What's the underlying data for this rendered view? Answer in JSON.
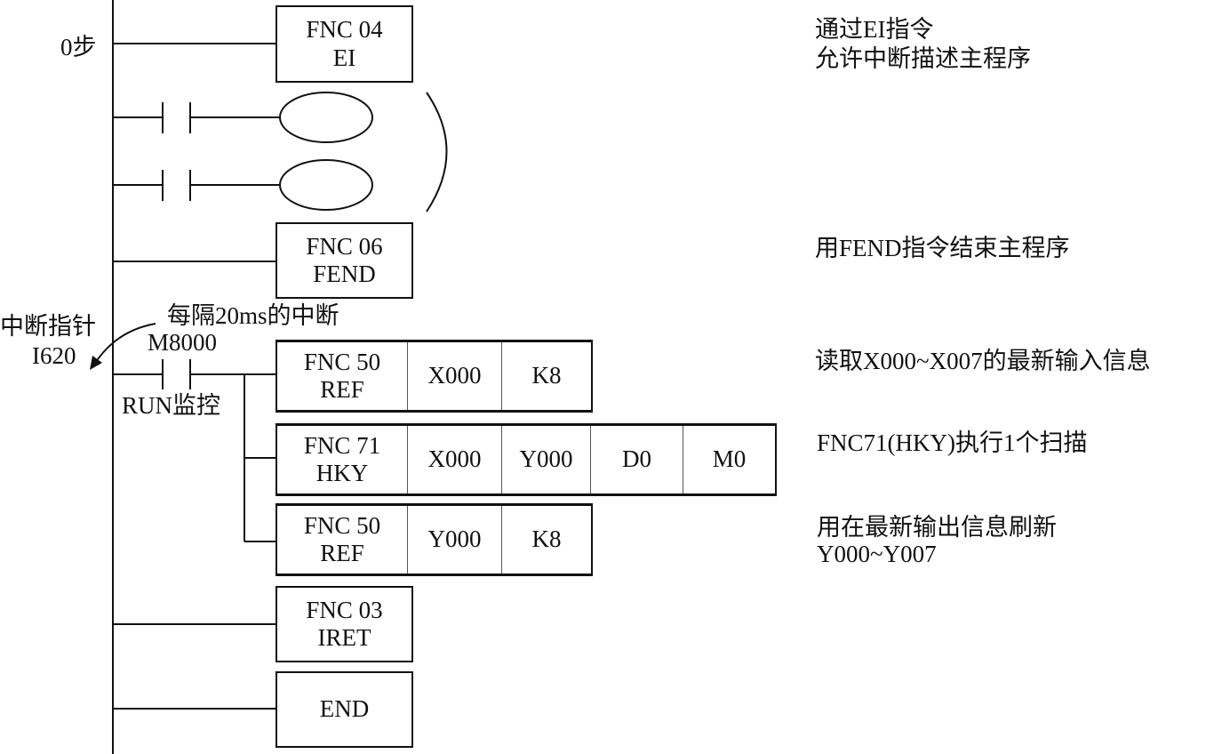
{
  "diagram": {
    "type": "plc-ladder-diagram",
    "step_label": "0步",
    "interrupt_pointer": {
      "label": "中断指针",
      "name": "I620",
      "interval_note": "每隔20ms的中断"
    },
    "contact": {
      "name": "M8000",
      "desc": "RUN监控"
    },
    "instructions": {
      "ei": {
        "line1": "FNC  04",
        "line2": "EI"
      },
      "fend": {
        "line1": "FNC 06",
        "line2": "FEND"
      },
      "ref1": {
        "line1": "FNC 50",
        "line2": "REF",
        "operands": [
          "X000",
          "K8"
        ]
      },
      "hky": {
        "line1": "FNC  71",
        "line2": "HKY",
        "operands": [
          "X000",
          "Y000",
          "D0",
          "M0"
        ]
      },
      "ref2": {
        "line1": "FNC 50",
        "line2": "REF",
        "operands": [
          "Y000",
          "K8"
        ]
      },
      "iret": {
        "line1": "FNC  03",
        "line2": "IRET"
      },
      "end": {
        "line1": "END"
      }
    },
    "comments": {
      "ei_line1": "通过EI指令",
      "ei_line2": "允许中断描述主程序",
      "fend": "用FEND指令结束主程序",
      "ref1": "读取X000~X007的最新输入信息",
      "hky": "FNC71(HKY)执行1个扫描",
      "ref2_line1": "用在最新输出信息刷新",
      "ref2_line2": "Y000~Y007"
    }
  }
}
